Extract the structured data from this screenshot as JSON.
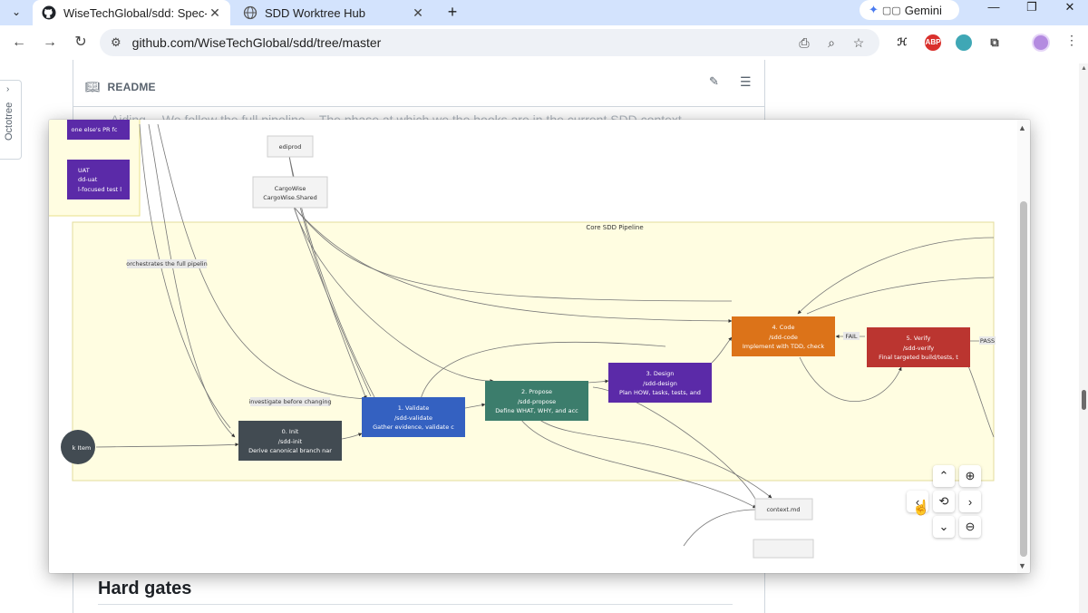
{
  "browser": {
    "tabs": [
      {
        "title": "WiseTechGlobal/sdd: Spec-D",
        "active": true,
        "icon": "github-icon"
      },
      {
        "title": "SDD Worktree Hub",
        "active": false,
        "icon": "globe-icon"
      }
    ],
    "gemini_label": "Gemini",
    "url": "github.com/WiseTechGlobal/sdd/tree/master",
    "extensions": [
      "ABP"
    ]
  },
  "sidebar": {
    "octotree_label": "Octotree"
  },
  "readme": {
    "header_label": "README",
    "background_text": "…Aiding… We follow the full pipeline... The phase at which we the hooks are in the current SDD context",
    "section_heading": "Hard gates"
  },
  "diagram": {
    "cluster_label": "Core SDD Pipeline",
    "nodes": [
      {
        "id": "pr",
        "lines": [
          "one else's PR fc"
        ],
        "color": "#5b2aa8"
      },
      {
        "id": "uat",
        "lines": [
          "UAT",
          "dd-uat",
          "l-focused test l"
        ],
        "color": "#5b2aa8"
      },
      {
        "id": "ediprod",
        "lines": [
          "ediprod"
        ],
        "color": "#f3f3f3"
      },
      {
        "id": "cargowise",
        "lines": [
          "CargoWise",
          "CargoWise.Shared"
        ],
        "color": "#f3f3f3"
      },
      {
        "id": "workitem",
        "lines": [
          "k Item"
        ],
        "color": "#424b52"
      },
      {
        "id": "init",
        "lines": [
          "0. Init",
          "/sdd-init",
          "Derive canonical branch nar"
        ],
        "color": "#424b52"
      },
      {
        "id": "validate",
        "lines": [
          "1. Validate",
          "/sdd-validate",
          "Gather evidence, validate c"
        ],
        "color": "#3461c1"
      },
      {
        "id": "propose",
        "lines": [
          "2. Propose",
          "/sdd-propose",
          "Define WHAT, WHY, and acc"
        ],
        "color": "#3c7d6c"
      },
      {
        "id": "design",
        "lines": [
          "3. Design",
          "/sdd-design",
          "Plan HOW, tasks, tests, and"
        ],
        "color": "#5b2aa8"
      },
      {
        "id": "code",
        "lines": [
          "4. Code",
          "/sdd-code",
          "Implement with TDD, check"
        ],
        "color": "#dc7319"
      },
      {
        "id": "verify",
        "lines": [
          "5. Verify",
          "/sdd-verify",
          "Final targeted build/tests, t"
        ],
        "color": "#bb3530"
      },
      {
        "id": "context",
        "lines": [
          "context.md"
        ],
        "color": "#f3f3f3"
      }
    ],
    "edge_labels": {
      "orchestrates": "orchestrates the full pipelin",
      "investigate": "investigate before changing",
      "fail": "FAIL",
      "pass": "PASS"
    }
  },
  "controls": {
    "pan_up": "chevron-up-icon",
    "pan_down": "chevron-down-icon",
    "pan_left": "chevron-left-icon",
    "pan_right": "chevron-right-icon",
    "reset": "reset-icon",
    "zoom_in": "zoom-in-icon",
    "zoom_out": "zoom-out-icon"
  }
}
